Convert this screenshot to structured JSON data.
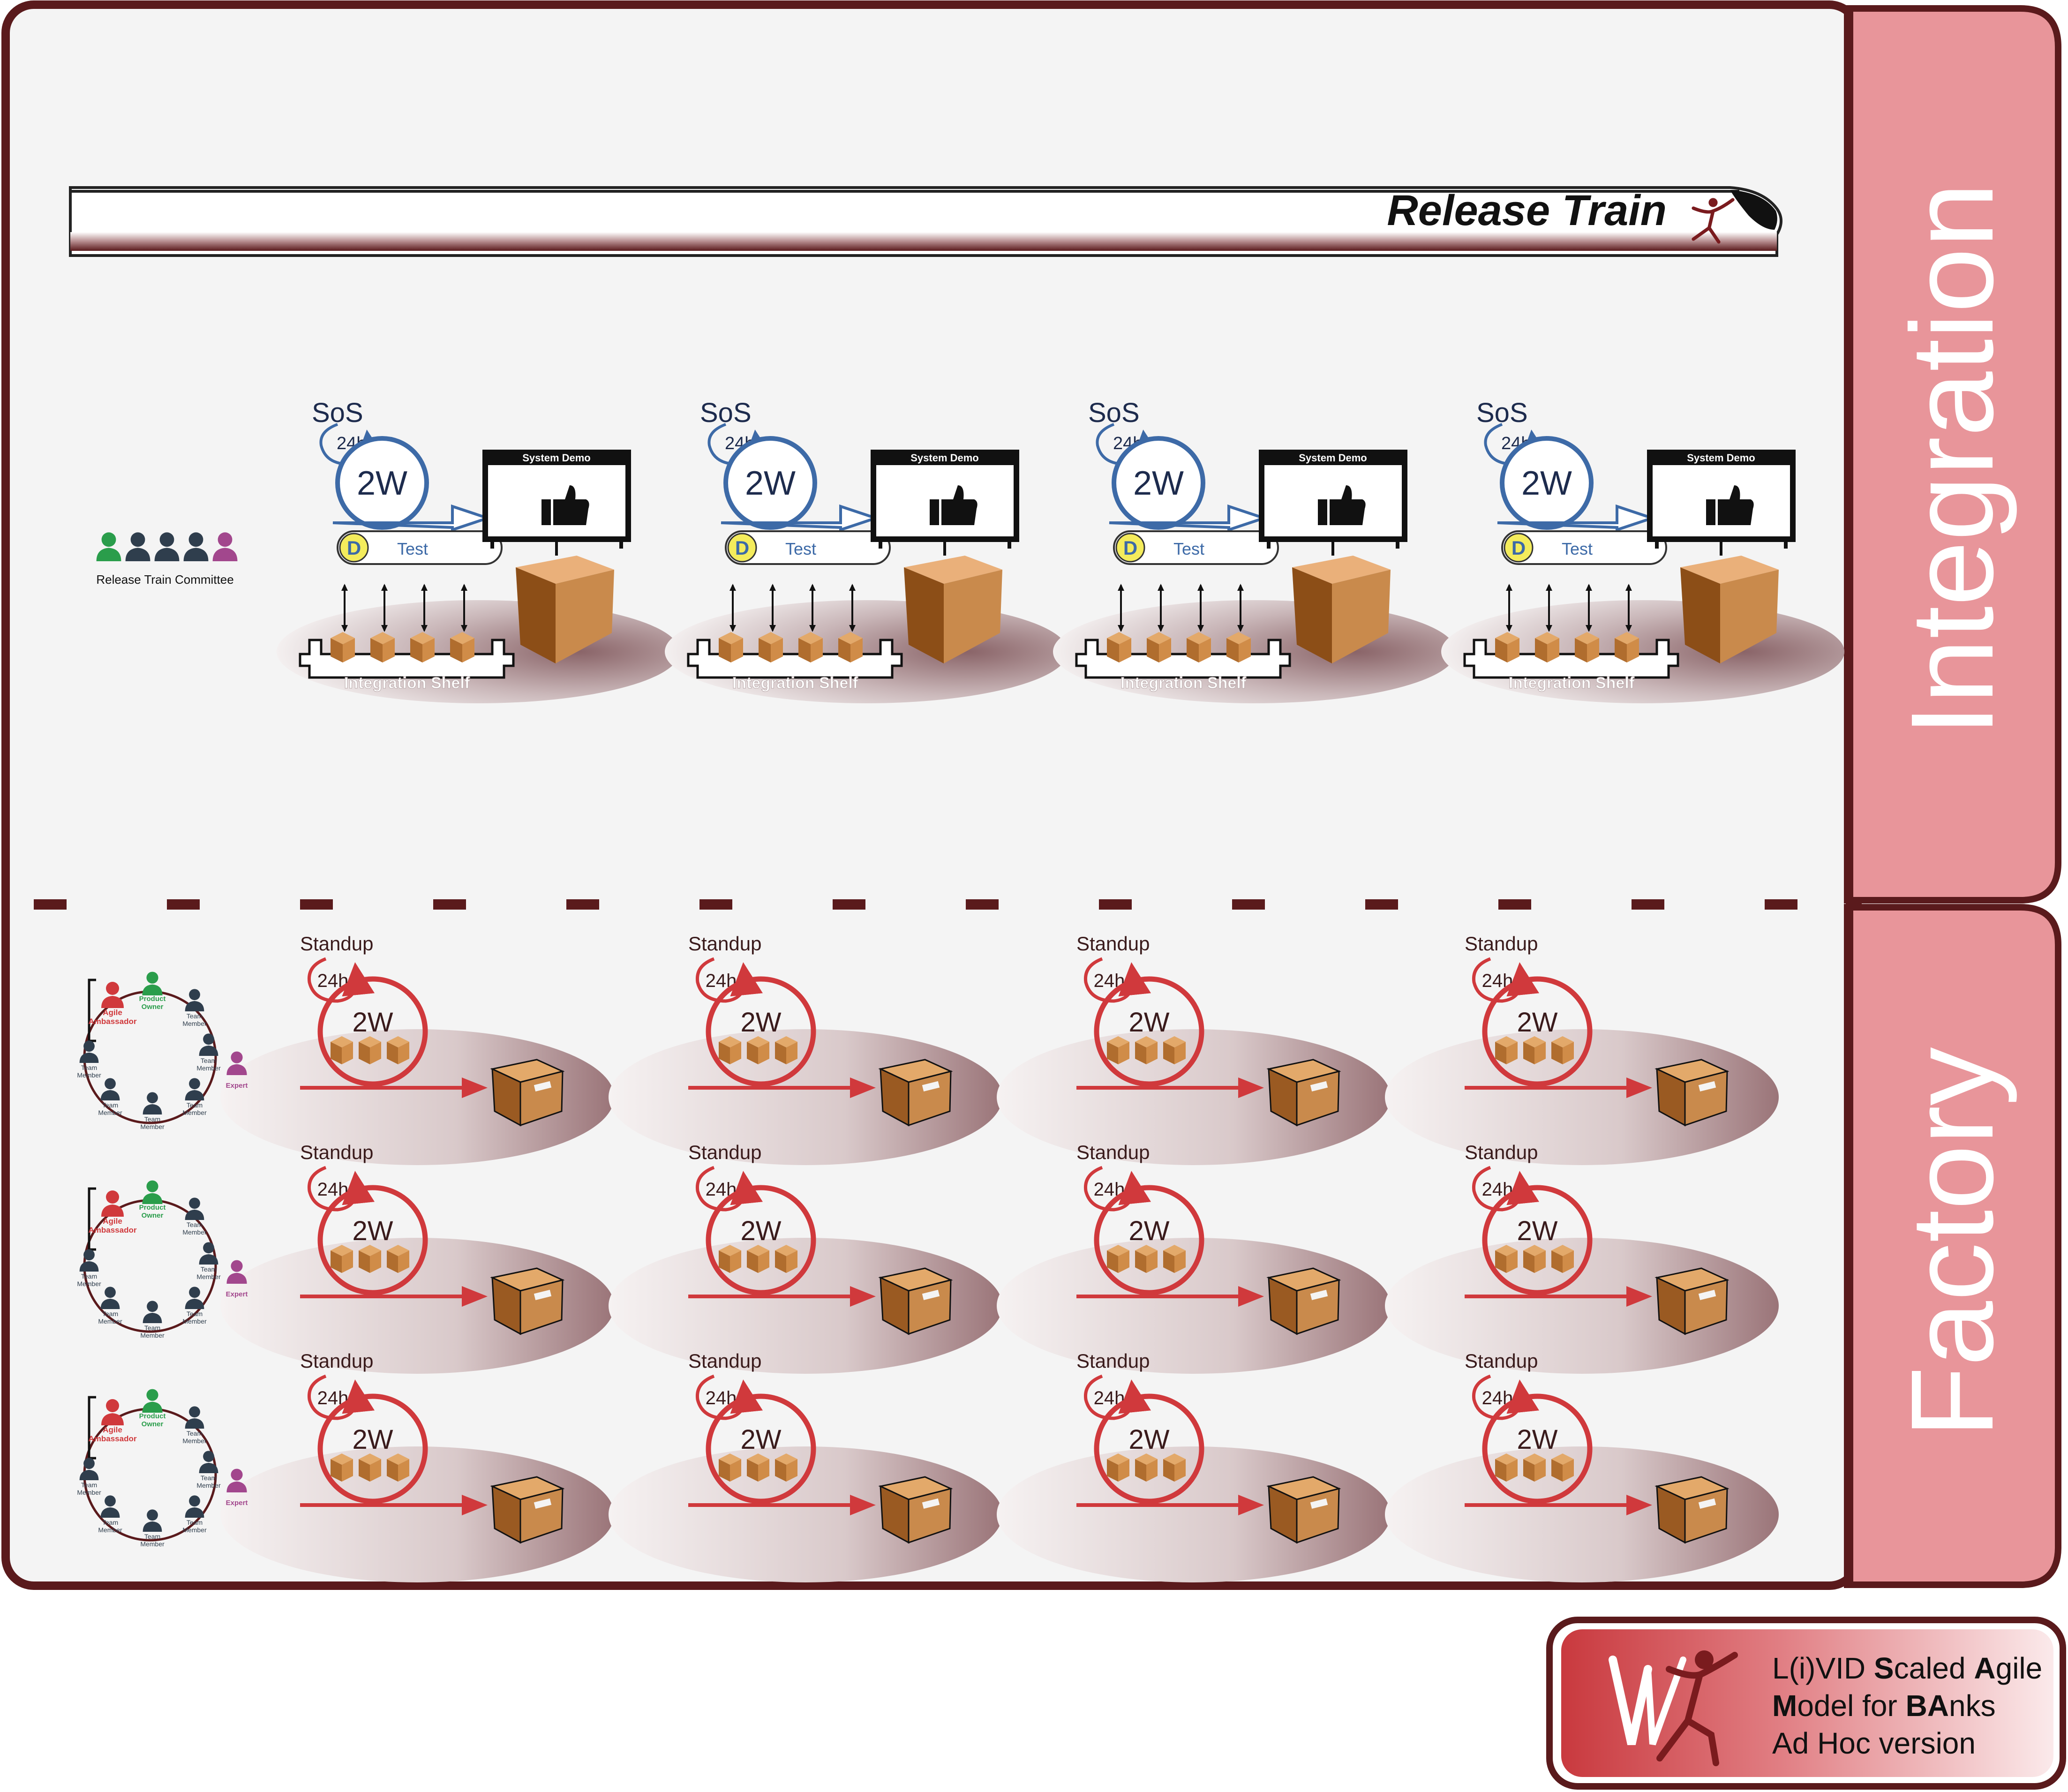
{
  "title": "Release Train",
  "side_tabs": {
    "integration": "Integration",
    "factory": "Factory"
  },
  "committee_label": "Release Train Committee",
  "integration_unit": {
    "sos": "SoS",
    "daily": "24h",
    "cycle": "2W",
    "d_badge": "D",
    "test": "Test",
    "demo": "System Demo",
    "shelf": "Integration Shelf"
  },
  "factory_unit": {
    "standup": "Standup",
    "daily": "24h",
    "cycle": "2W"
  },
  "team_roles": {
    "agile": [
      "Agile",
      "Ambassador"
    ],
    "po": [
      "Product",
      "Owner"
    ],
    "member": [
      "Team",
      "Member"
    ],
    "expert": "Expert"
  },
  "logo": {
    "lines": [
      [
        {
          "t": "L(i)VID ",
          "b": false
        },
        {
          "t": "S",
          "b": true
        },
        {
          "t": "caled ",
          "b": false
        },
        {
          "t": "A",
          "b": true
        },
        {
          "t": "gile",
          "b": false
        }
      ],
      [
        {
          "t": "M",
          "b": true
        },
        {
          "t": "odel for ",
          "b": false
        },
        {
          "t": "BA",
          "b": true
        },
        {
          "t": "nks",
          "b": false
        }
      ],
      [
        {
          "t": "Ad Hoc version",
          "b": false
        }
      ]
    ]
  },
  "colors": {
    "frame": "#5a1a1c",
    "tab": "#e8959a",
    "blue": "#3d6aa7",
    "red": "#d0393c",
    "box": "#c98a4c",
    "panel": "#f4f4f4"
  }
}
